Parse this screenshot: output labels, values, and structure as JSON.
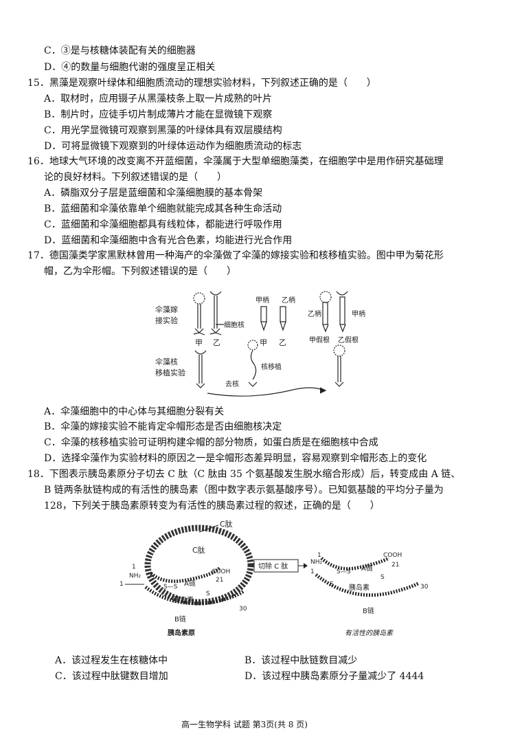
{
  "lines": {
    "l1": "C．③是与核糖体装配有关的细胞器",
    "l2": "D．④的数量与细胞代谢的强度呈正相关",
    "q15": "15．黑藻是观察叶绿体和细胞质流动的理想实验材料，下列叙述正确的是（　　）",
    "q15a": "A．取材时，应用镊子从黑藻枝条上取一片成熟的叶片",
    "q15b": "B．制片时，应徒手切片制成薄片才能在显微镜下观察",
    "q15c": "C．用光学显微镜可观察到黑藻的叶绿体具有双层膜结构",
    "q15d": "D．可将显微镜下观察到的叶绿体运动作为细胞质流动的标志",
    "q16": "16．地球大气环境的改变离不开蓝细菌，伞藻属于大型单细胞藻类，在细胞学中是用作研究基础理",
    "q16b": "论的良好材料。下列叙述错误的是（　　）",
    "q16a_opt": "A．磷脂双分子层是蓝细菌和伞藻细胞膜的基本骨架",
    "q16b_opt": "B．蓝细菌和伞藻依靠单个细胞就能完成其各种生命活动",
    "q16c_opt": "C．蓝细菌和伞藻细胞都具有线粒体，都能进行呼吸作用",
    "q16d_opt": "D．蓝细菌和伞藻细胞中含有光合色素，均能进行光合作用",
    "q17": "17．德国藻类学家黑默林曾用一种海产的伞藻做了伞藻的嫁接实验和核移植实验。图中甲为菊花形",
    "q17b": "帽，乙为伞形帽。下列叙述错误的是（　　）",
    "q17a_opt": "A．伞藻细胞中的中心体与其细胞分裂有关",
    "q17b_opt": "B．伞藻的嫁接实验不能肯定伞帽形态是否由细胞核决定",
    "q17c_opt": "C．伞藻的核移植实验可证明构建伞帽的部分物质，如蛋白质是在细胞核中合成",
    "q17d_opt": "D．选择伞藻作为实验材料的原因之一是伞帽形态差异明显，容易观察到伞帽形态上的变化",
    "q18": "18．下图表示胰岛素原分子切去 C 肽（C 肽由 35 个氨基酸发生脱水缩合形成）后，转变成由 A 链、",
    "q18b": "B 链两条肽链构成的有活性的胰岛素（图中数字表示氨基酸序号）。已知氨基酸的平均分子量为",
    "q18c": "128，下列关于胰岛素原转变为有活性的胰岛素过程的叙述，正确的是（　　）",
    "q18a_opt": "A．该过程发生在核糖体中",
    "q18b_opt": "B．该过程中肽链数目减少",
    "q18c_opt": "C．该过程中肽键数目增加",
    "q18d_opt": "D．该过程中胰岛素原分子量减少了 4444",
    "footer": "高一生物学科  试题  第3页(共 8 页)"
  },
  "fig17": {
    "graft_label_1": "伞藻嫁",
    "graft_label_2": "接实验",
    "transplant_label_1": "伞藻核",
    "transplant_label_2": "移植实验",
    "nucleus": "细胞核",
    "jia": "甲",
    "yi": "乙",
    "jia_stalk": "甲柄",
    "yi_stalk": "乙柄",
    "jia_rhizoid": "甲假根",
    "yi_rhizoid": "乙假根",
    "remove_nucleus": "去核",
    "nuclear_transplant": "核移植"
  },
  "fig18": {
    "c_peptide": "C肽",
    "one": "1",
    "nh2": "NH₂",
    "cooh": "COOH",
    "n21": "21",
    "n30": "30",
    "a_chain": "A链",
    "b_chain": "B链",
    "insulin": "胰岛素",
    "ss": "S—S",
    "s": "S",
    "cut_label": "切除 C 肽",
    "proinsulin_caption": "胰岛素原",
    "active_caption": "有活性的胰岛素"
  }
}
